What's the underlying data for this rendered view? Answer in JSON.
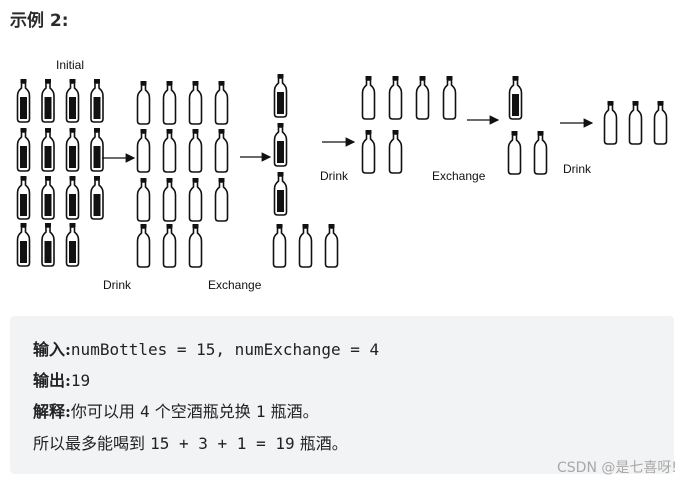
{
  "heading": "示例 2:",
  "diagram": {
    "labels": {
      "initial": "Initial",
      "drink1": "Drink",
      "exchange1": "Exchange",
      "drink2": "Drink",
      "exchange2": "Exchange",
      "drink3": "Drink"
    }
  },
  "example": {
    "input_label": "输入:",
    "input_value": "numBottles = 15, numExchange = 4",
    "output_label": "输出:",
    "output_value": "19",
    "explain_label": "解释:",
    "explain_a": "你可以用",
    "explain_b": "4",
    "explain_c": "个空酒瓶兑换",
    "explain_d": "1",
    "explain_e": "瓶酒。",
    "sum_a": "所以最多能喝到",
    "sum_b": "15 + 3 + 1 = 19",
    "sum_c": "瓶酒。"
  },
  "watermark": "CSDN @是七喜呀!"
}
